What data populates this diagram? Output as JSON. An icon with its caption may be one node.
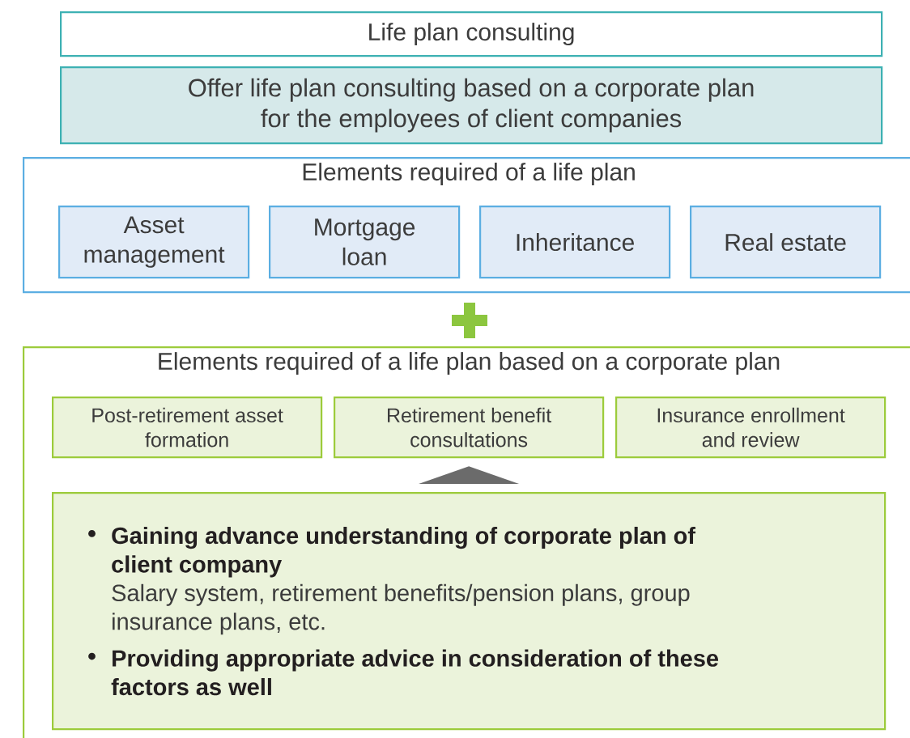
{
  "diagram": {
    "nodes": [
      {
        "text": [
          "Life plan consulting"
        ]
      },
      {
        "text": [
          "Offer life plan consulting based on a corporate plan for the employees of client companies"
        ]
      },
      {
        "text": [
          "Elements required of a life plan"
        ]
      },
      {
        "text": [
          "Asset management"
        ],
        "in": 2
      },
      {
        "text": [
          "Mortgage loan"
        ],
        "in": 2
      },
      {
        "text": [
          "Inheritance"
        ],
        "in": 2
      },
      {
        "text": [
          "Real estate"
        ],
        "in": 2
      },
      {
        "text": [
          "Elements required of a life plan based on a corporate plan"
        ]
      },
      {
        "text": [
          "Post-retirement asset formation"
        ],
        "in": 7
      },
      {
        "text": [
          "Retirement benefit consultations"
        ],
        "in": 7
      },
      {
        "text": [
          "Insurance enrollment and review"
        ],
        "in": 7
      },
      {
        "text": [
          "Gaining advance understanding of corporate plan of client company",
          "Salary system, retirement benefits/pension plans, group insurance plans, etc.",
          "Providing appropriate advice in consideration of these factors as well"
        ],
        "in": 7
      }
    ],
    "edges": [
      {
        "from": 11,
        "to": 9,
        "arrow": "to"
      }
    ]
  }
}
